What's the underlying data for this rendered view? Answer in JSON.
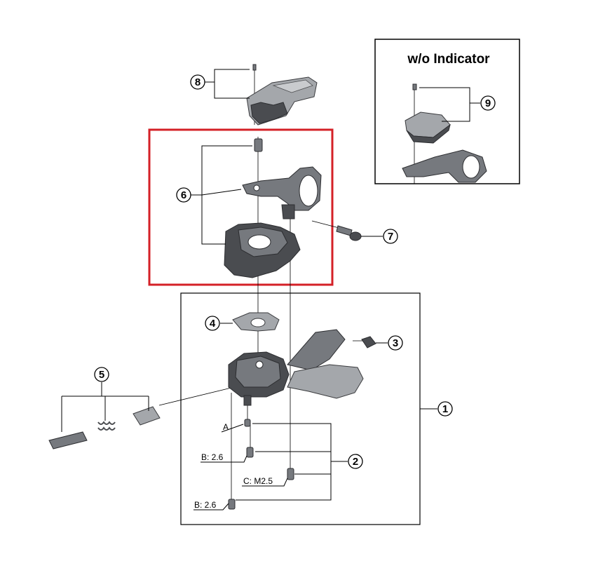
{
  "inset": {
    "title": "w/o Indicator"
  },
  "callouts": [
    "1",
    "2",
    "3",
    "4",
    "5",
    "6",
    "7",
    "8",
    "9"
  ],
  "screw_labels": {
    "a": "A",
    "b_upper": "B: 2.6",
    "c": "C: M2.5",
    "b_lower": "B: 2.6"
  },
  "colors": {
    "highlight_frame": "#d42027",
    "frame": "#000000",
    "part_dark": "#4a4c50",
    "part_light": "#a4a7ab"
  }
}
